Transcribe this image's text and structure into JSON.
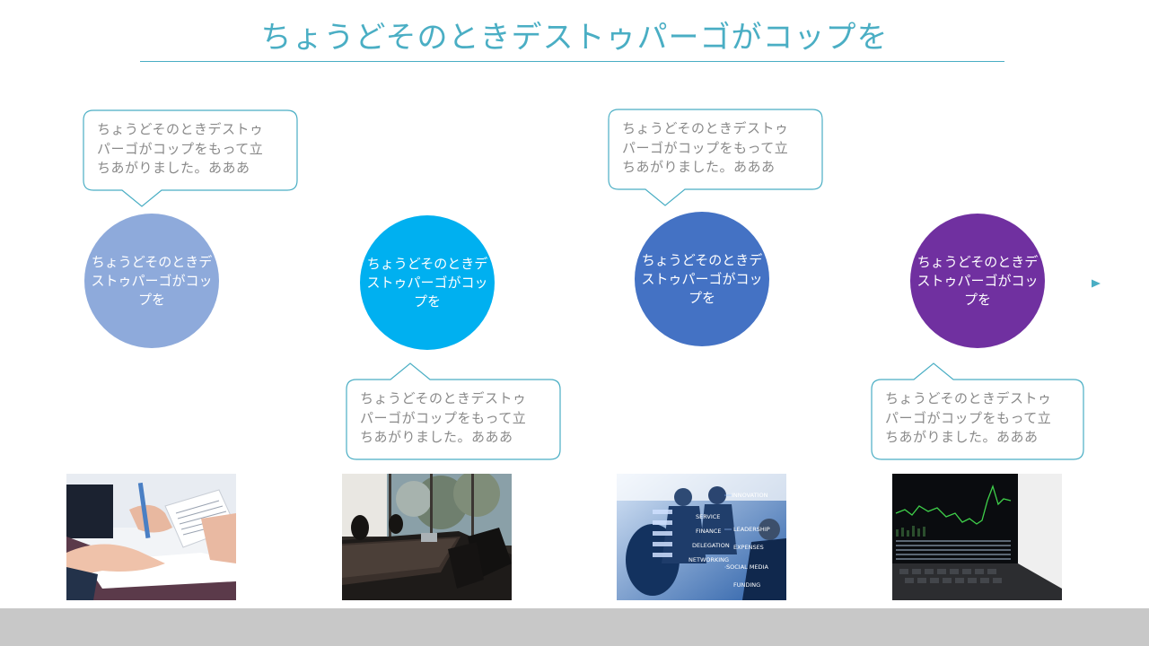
{
  "slide": {
    "title": "ちょうどそのときデストゥパーゴがコップを"
  },
  "colors": {
    "accent": "#4aaec4",
    "circle_1": "#8eaadb",
    "circle_2": "#00b0f0",
    "circle_3": "#4472c4",
    "circle_4": "#7030a0",
    "footer": "#c8c8c8"
  },
  "milestones": [
    {
      "circle_text": "ちょうどそのときデストゥパーゴがコップを",
      "callout_lines": [
        "ちょうどそのときデストゥ",
        "パーゴがコップをもって立",
        "ちあがりました。あああ"
      ],
      "image": "business-documents-signing-photo"
    },
    {
      "circle_text": "ちょうどそのときデストゥパーゴがコップを",
      "callout_lines": [
        "ちょうどそのときデストゥ",
        "パーゴがコップをもって立",
        "ちあがりました。あああ"
      ],
      "image": "conference-room-photo"
    },
    {
      "circle_text": "ちょうどそのときデストゥパーゴがコップを",
      "callout_lines": [
        "ちょうどそのときデストゥ",
        "パーゴがコップをもって立",
        "ちあがりました。あああ"
      ],
      "image": "business-team-digital-network-photo"
    },
    {
      "circle_text": "ちょうどそのときデストゥパーゴがコップを",
      "callout_lines": [
        "ちょうどそのときデストゥ",
        "パーゴがコップをもって立",
        "ちあがりました。あああ"
      ],
      "image": "laptop-stock-chart-photo"
    }
  ],
  "photo_labels": {
    "network_words": [
      "INNOVATION",
      "LEADERSHIP",
      "EXPENSES",
      "SOCIAL MEDIA",
      "FUNDING",
      "SERVICE",
      "FINANCE",
      "DELEGATION",
      "NETWORKING"
    ]
  }
}
